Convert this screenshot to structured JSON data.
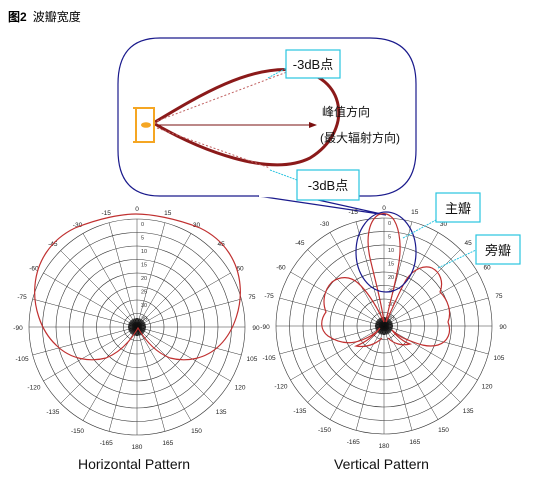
{
  "figure": {
    "number": "图2",
    "title": "波瓣宽度"
  },
  "callout": {
    "minus3db_top": "-3dB点",
    "minus3db_bottom": "-3dB点",
    "peak_line1": "峰值方向",
    "peak_line2": "(最大辐射方向)"
  },
  "labels": {
    "main_lobe": "主瓣",
    "side_lobe": "旁瓣"
  },
  "captions": {
    "horizontal": "Horizontal Pattern",
    "vertical": "Vertical Pattern"
  },
  "polar": {
    "angle_labels": [
      "0",
      "15",
      "30",
      "45",
      "60",
      "75",
      "90",
      "105",
      "120",
      "135",
      "150",
      "165",
      "180",
      "-165",
      "-150",
      "-135",
      "-120",
      "-105",
      "-90",
      "-75",
      "-60",
      "-45",
      "-30",
      "-15"
    ],
    "ring_labels": [
      "0",
      "5",
      "10",
      "15",
      "20",
      "25",
      "30",
      "35"
    ]
  },
  "colors": {
    "pattern": "#c03030",
    "callout_border": "#1a1a8c",
    "label_border": "#29c4e0",
    "feed": "#f5a623"
  }
}
